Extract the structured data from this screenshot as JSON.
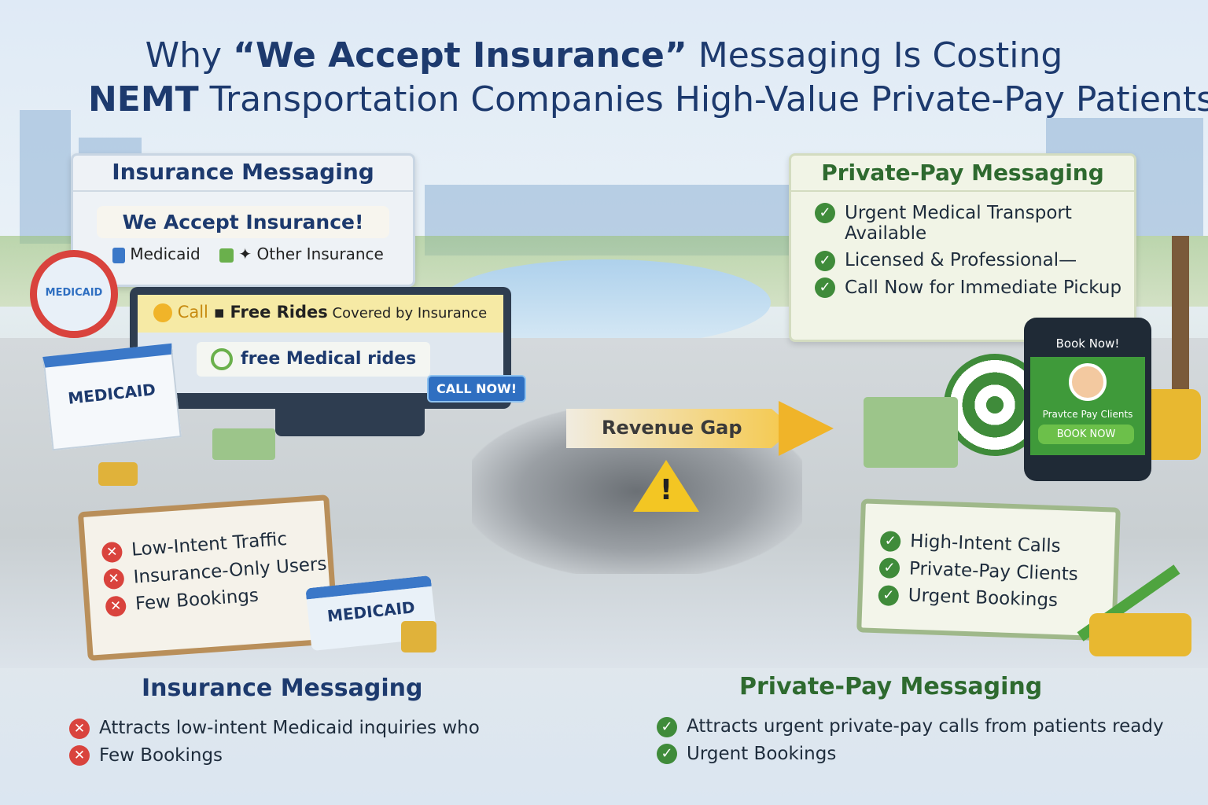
{
  "title": {
    "line1_pre": "Why ",
    "line1_quote": "“We Accept Insurance”",
    "line1_post": " Messaging Is Costing",
    "line2_bold": "NEMT",
    "line2_rest": " Transportation Companies High-Value Private-Pay Patients"
  },
  "left_panel": {
    "header": "Insurance Messaging",
    "banner": "We Accept Insurance!",
    "tag1": "Medicaid",
    "tag2": "Other Insurance",
    "no_sign_card": "MEDICAID"
  },
  "monitor": {
    "call": "Call",
    "free_rides": "Free Rides",
    "covered": " Covered by Insurance",
    "free_medical": "free Medical rides",
    "call_now": "CALL NOW!"
  },
  "medicaid_card": "MEDICAID",
  "medicaid_card2": "MEDICAID",
  "gap": {
    "label": "Revenue Gap",
    "icon": "warning-icon"
  },
  "right_panel": {
    "header": "Private-Pay Messaging",
    "items": [
      "Urgent Medical Transport Available",
      "Licensed & Professional—",
      "Call Now for Immediate Pickup"
    ]
  },
  "phone": {
    "title": "Book Now!",
    "caption": "Pravtce Pay Clients",
    "button": "BOOK NOW"
  },
  "left_clipboard": [
    "Low-Intent Traffic",
    "Insurance-Only Users",
    "Few Bookings"
  ],
  "right_clipboard": [
    "High-Intent Calls",
    "Private-Pay Clients",
    "Urgent Bookings"
  ],
  "bottom_left": {
    "header": "Insurance Messaging",
    "items": [
      "Attracts low-intent Medicaid inquiries who",
      "Few Bookings"
    ]
  },
  "bottom_right": {
    "header": "Private-Pay Messaging",
    "items": [
      "Attracts urgent private-pay calls from patients ready",
      "Urgent Bookings"
    ]
  },
  "colors": {
    "navy": "#1d3a6e",
    "green": "#2e6a2f",
    "red": "#d9433d",
    "gold": "#f0b429"
  }
}
